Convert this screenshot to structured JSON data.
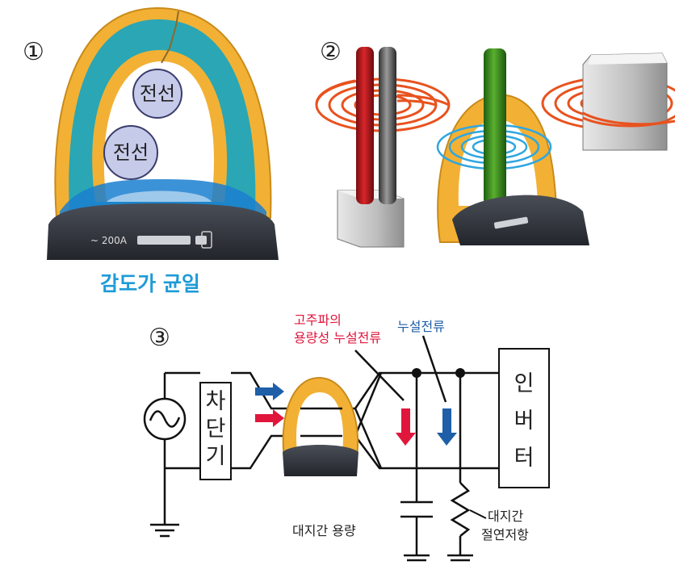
{
  "panel1": {
    "number": "①",
    "wire_label_1": "전선",
    "wire_label_2": "전선",
    "meter_text": "~ 200A",
    "caption": "감도가 균일"
  },
  "panel2": {
    "number": "②"
  },
  "panel3": {
    "number": "③",
    "harmonic_label_line1": "고주파의",
    "harmonic_label_line2": "용량성 누설전류",
    "leakage_label": "누설전류",
    "breaker_label": [
      "차",
      "단",
      "기"
    ],
    "inverter_label": [
      "인",
      "버",
      "터"
    ],
    "capacitance_label": "대지간 용량",
    "resistance_label_line1": "대지간",
    "resistance_label_line2": "절연저항"
  },
  "colors": {
    "clamp_orange": "#f2b134",
    "sensor_teal": "#2aa6b4",
    "caption_blue": "#1e9bd7",
    "red_arrow": "#e0163c",
    "blue_arrow": "#1f5fa8",
    "field_red": "#e8521e",
    "field_blue": "#2fa6e0"
  }
}
